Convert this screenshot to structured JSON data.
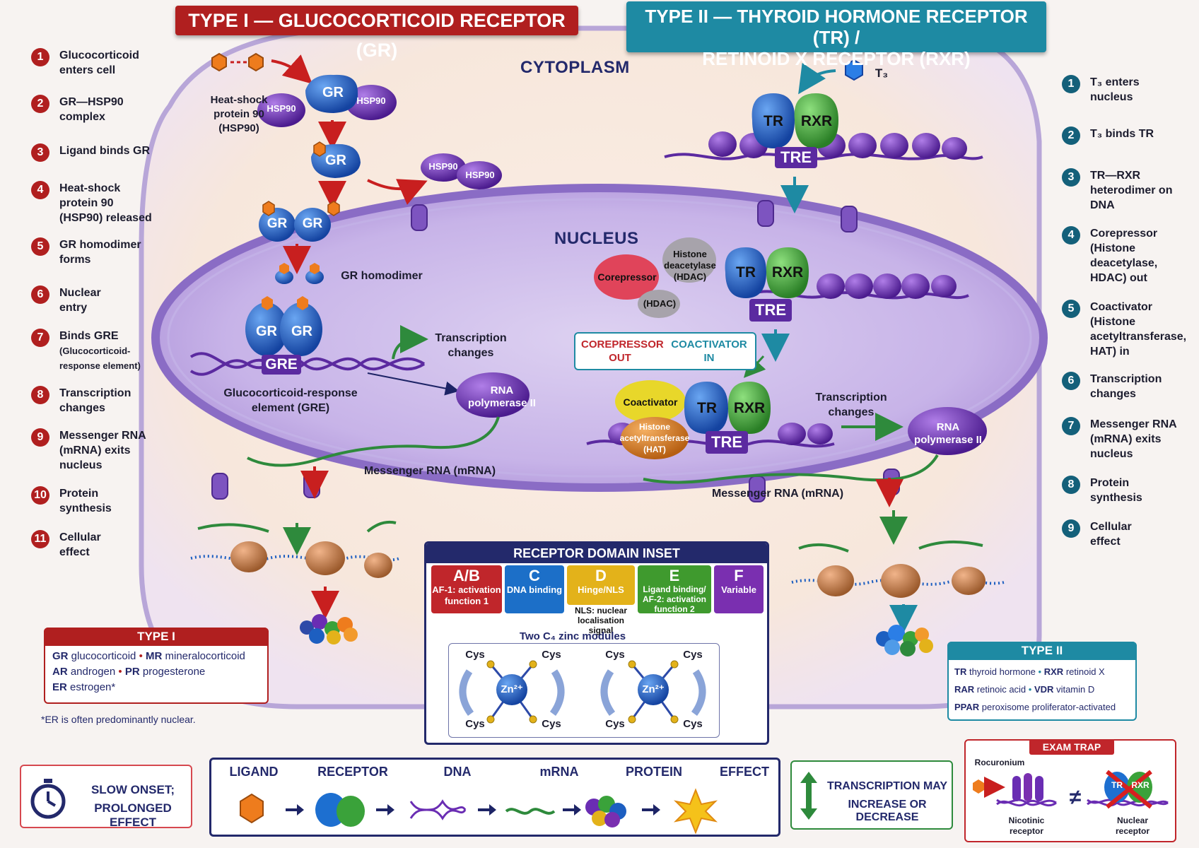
{
  "titles": {
    "type1": "TYPE I — GLUCOCORTICOID RECEPTOR (GR)",
    "type2_line1": "TYPE II — THYROID HORMONE RECEPTOR (TR) /",
    "type2_line2": "RETINOID X RECEPTOR (RXR)"
  },
  "regions": {
    "cytoplasm": "CYTOPLASM",
    "nucleus": "NUCLEUS"
  },
  "left_steps": [
    {
      "n": "1",
      "text": "Glucocorticoid\nenters cell"
    },
    {
      "n": "2",
      "text": "GR—HSP90\ncomplex"
    },
    {
      "n": "3",
      "text": "Ligand binds GR"
    },
    {
      "n": "4",
      "text": "Heat-shock\nprotein 90\n(HSP90) released"
    },
    {
      "n": "5",
      "text": "GR homodimer\nforms"
    },
    {
      "n": "6",
      "text": "Nuclear\nentry"
    },
    {
      "n": "7",
      "text": "Binds GRE"
    },
    {
      "n": "8",
      "text": "Transcription\nchanges"
    },
    {
      "n": "9",
      "text": "Messenger RNA\n(mRNA) exits\nnucleus"
    },
    {
      "n": "10",
      "text": "Protein\nsynthesis"
    },
    {
      "n": "11",
      "text": "Cellular\neffect"
    }
  ],
  "left_step7_sub": "(Glucocorticoid-\nresponse element)",
  "right_steps": [
    {
      "n": "1",
      "text": "T₃ enters\nnucleus"
    },
    {
      "n": "2",
      "text": "T₃ binds TR"
    },
    {
      "n": "3",
      "text": "TR—RXR\nheterodimer on\nDNA"
    },
    {
      "n": "4",
      "text": "Corepressor\n(Histone\ndeacetylase,\nHDAC) out"
    },
    {
      "n": "5",
      "text": "Coactivator\n(Histone\nacetyltransferase,\nHAT) in"
    },
    {
      "n": "6",
      "text": "Transcription\nchanges"
    },
    {
      "n": "7",
      "text": "Messenger RNA\n(mRNA) exits\nnucleus"
    },
    {
      "n": "8",
      "text": "Protein\nsynthesis"
    },
    {
      "n": "9",
      "text": "Cellular\neffect"
    }
  ],
  "type1_diagram": {
    "hsp90_label": "Heat-shock\nprotein 90\n(HSP90)",
    "gr": "GR",
    "hsp90": "HSP90",
    "homodimer": "GR homodimer",
    "gre": "GRE",
    "gre_label": "Glucocorticoid-response\nelement (GRE)",
    "transcription": "Transcription\nchanges",
    "rnap": "RNA\npolymerase II",
    "mrna": "Messenger RNA (mRNA)"
  },
  "type2_diagram": {
    "t3": "T₃",
    "tr": "TR",
    "rxr": "RXR",
    "tre": "TRE",
    "corepressor": "Corepressor",
    "hdac": "Histone\ndeacetylase\n(HDAC)",
    "hdac_short": "(HDAC)",
    "switch_out": "COREPRESSOR\nOUT",
    "switch_in": "COACTIVATOR\nIN",
    "coactivator": "Coactivator",
    "hat": "Histone\nacetyltransferase\n(HAT)",
    "transcription": "Transcription\nchanges",
    "rnap": "RNA\npolymerase II",
    "mrna": "Messenger RNA (mRNA)"
  },
  "inset": {
    "title": "RECEPTOR DOMAIN INSET",
    "domains": [
      {
        "letter": "A/B",
        "desc": "AF-1: activation\nfunction 1",
        "color": "#c0262b"
      },
      {
        "letter": "C",
        "desc": "DNA binding",
        "color": "#1c6fc8"
      },
      {
        "letter": "D",
        "desc": "Hinge/NLS",
        "sub": "NLS: nuclear\nlocalisation signal",
        "color": "#e3b21a"
      },
      {
        "letter": "E",
        "desc": "Ligand binding/\nAF-2: activation\nfunction 2",
        "color": "#3f9a2e"
      },
      {
        "letter": "F",
        "desc": "Variable",
        "color": "#7a2fb0"
      }
    ],
    "zinc_title": "Two C₄ zinc modules",
    "cys": "Cys",
    "zn": "Zn²⁺"
  },
  "type1_box": {
    "title": "TYPE I",
    "line1": [
      {
        "abbr": "GR",
        "name": "glucocorticoid"
      },
      {
        "abbr": "MR",
        "name": "mineralocorticoid"
      }
    ],
    "line2": [
      {
        "abbr": "AR",
        "name": "androgen"
      },
      {
        "abbr": "PR",
        "name": "progesterone"
      }
    ],
    "line3": [
      {
        "abbr": "ER",
        "name": "estrogen*"
      }
    ],
    "footnote": "*ER is often predominantly nuclear."
  },
  "type2_box": {
    "title": "TYPE II",
    "line1": [
      {
        "abbr": "TR",
        "name": "thyroid hormone"
      },
      {
        "abbr": "RXR",
        "name": "retinoid X"
      }
    ],
    "line2": [
      {
        "abbr": "RAR",
        "name": "retinoic acid"
      },
      {
        "abbr": "VDR",
        "name": "vitamin D"
      }
    ],
    "line3": [
      {
        "abbr": "PPAR",
        "name": "peroxisome proliferator-activated"
      }
    ]
  },
  "onset": {
    "line1": "SLOW ONSET;",
    "line2": "PROLONGED EFFECT"
  },
  "flow": [
    "LIGAND",
    "RECEPTOR",
    "DNA",
    "mRNA",
    "PROTEIN",
    "EFFECT"
  ],
  "transcription_note": {
    "line1": "TRANSCRIPTION MAY",
    "line2": "INCREASE OR DECREASE"
  },
  "exam_trap": {
    "title": "EXAM TRAP",
    "drug": "Rocuronium",
    "left": "Nicotinic\nreceptor",
    "right": "Nuclear\nreceptor",
    "neq": "≠",
    "tr": "TR",
    "rxr": "RXR"
  },
  "colors": {
    "type1": "#b01f1f",
    "type2": "#1e8aa3",
    "navy": "#23296b",
    "green": "#2e8a3c",
    "gr_blue": "#1d5fc1",
    "hsp_purple": "#6a2db3",
    "tr_blue": "#1d6fd0",
    "rxr_green": "#3aa23a",
    "nucleus": "#b7a2df"
  },
  "icons": [
    "stopwatch-icon",
    "hexagon-ligand-icon",
    "double-arrow-icon",
    "star-effect-icon"
  ]
}
